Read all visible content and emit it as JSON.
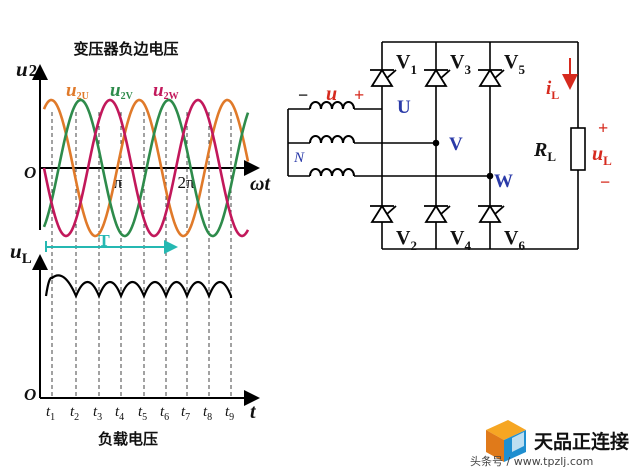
{
  "waveform": {
    "title": "变压器负边电压",
    "y_label": {
      "letter": "u",
      "sub": "2"
    },
    "origin": "O",
    "x_label": {
      "omega": "ω",
      "t": "t"
    },
    "pi": "π",
    "two_pi": "2π",
    "period": "T",
    "phases": [
      {
        "letter": "u",
        "sub": "2U",
        "color": "#e07a2a"
      },
      {
        "letter": "u",
        "sub": "2V",
        "color": "#2e8b4b"
      },
      {
        "letter": "u",
        "sub": "2W",
        "color": "#c2185b"
      }
    ],
    "period_color": "#25b8b2"
  },
  "load": {
    "y_label": {
      "letter": "u",
      "sub": "L"
    },
    "origin": "O",
    "x_label": "t",
    "ticks": [
      {
        "letter": "t",
        "sub": "1"
      },
      {
        "letter": "t",
        "sub": "2"
      },
      {
        "letter": "t",
        "sub": "3"
      },
      {
        "letter": "t",
        "sub": "4"
      },
      {
        "letter": "t",
        "sub": "5"
      },
      {
        "letter": "t",
        "sub": "6"
      },
      {
        "letter": "t",
        "sub": "7"
      },
      {
        "letter": "t",
        "sub": "8"
      },
      {
        "letter": "t",
        "sub": "9"
      }
    ],
    "caption": "负载电压"
  },
  "circuit": {
    "source_minus": "−",
    "source_label": "u",
    "source_plus": "+",
    "neutral": "N",
    "nodes": {
      "u": "U",
      "v": "V",
      "w": "W"
    },
    "thyristors_top": [
      {
        "letter": "V",
        "sub": "1"
      },
      {
        "letter": "V",
        "sub": "3"
      },
      {
        "letter": "V",
        "sub": "5"
      }
    ],
    "thyristors_bottom": [
      {
        "letter": "V",
        "sub": "2"
      },
      {
        "letter": "V",
        "sub": "4"
      },
      {
        "letter": "V",
        "sub": "6"
      }
    ],
    "current": {
      "letter": "i",
      "sub": "L"
    },
    "resistor": {
      "letter": "R",
      "sub": "L"
    },
    "load_plus": "+",
    "load_voltage": {
      "letter": "u",
      "sub": "L"
    },
    "load_minus": "−"
  },
  "watermark": {
    "brand": "天品正连接",
    "site": "头条号 / www.tpzlj.com"
  }
}
